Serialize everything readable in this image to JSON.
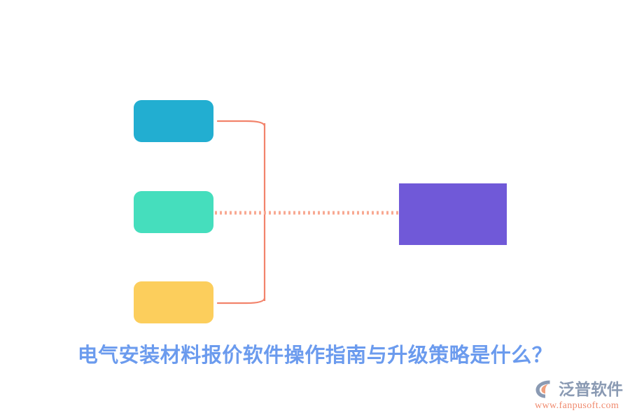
{
  "diagram": {
    "title": "电气安装材料报价软件操作指南与升级策略是什么？",
    "nodes": [
      {
        "id": "node-blue",
        "label": "",
        "color": "#22aed1",
        "shape": "rounded-rect"
      },
      {
        "id": "node-green",
        "label": "",
        "color": "#45debd",
        "shape": "rounded-rect"
      },
      {
        "id": "node-yellow",
        "label": "",
        "color": "#fcce5c",
        "shape": "rounded-rect"
      },
      {
        "id": "node-purple",
        "label": "",
        "color": "#7059d8",
        "shape": "rect"
      }
    ],
    "connectors": [
      {
        "id": "connector-blue-to-trunk",
        "style": "solid",
        "color": "#f2836b"
      },
      {
        "id": "connector-green-to-purple",
        "style": "dotted",
        "color": "#f8a892"
      },
      {
        "id": "connector-yellow-to-trunk",
        "style": "solid",
        "color": "#f2836b"
      },
      {
        "id": "connector-trunk-vertical",
        "style": "solid",
        "color": "#f2836b"
      }
    ]
  },
  "colors": {
    "title_text": "#6b9bee",
    "brand_text": "#8a9ab3",
    "brand_url": "#f08a6e",
    "connector": "#f2836b",
    "background": "#ffffff"
  },
  "brand": {
    "name": "泛普软件",
    "url": "www.fanpusoft.com",
    "mark": "fanpu-c-swoosh-logo"
  }
}
